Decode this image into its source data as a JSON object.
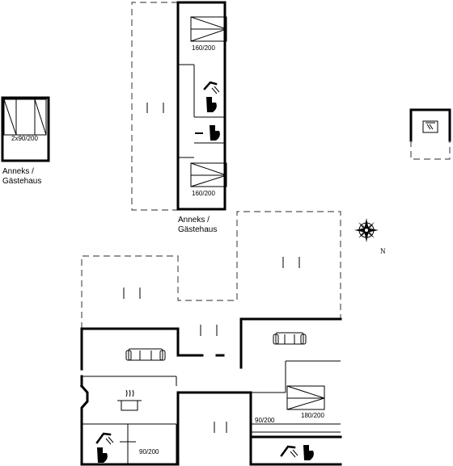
{
  "labels": {
    "annex_bed": "2x90/200",
    "annex_caption_line1": "Anneks /",
    "annex_caption_line2": "Gästehaus",
    "bed_top": "160/200",
    "bed_middle": "160/200",
    "center_caption_line1": "Anneks /",
    "center_caption_line2": "Gästehaus",
    "bed_single_left": "90/200",
    "bed_single_right": "90/200",
    "bed_double_right": "180/200",
    "compass_north": "N"
  }
}
